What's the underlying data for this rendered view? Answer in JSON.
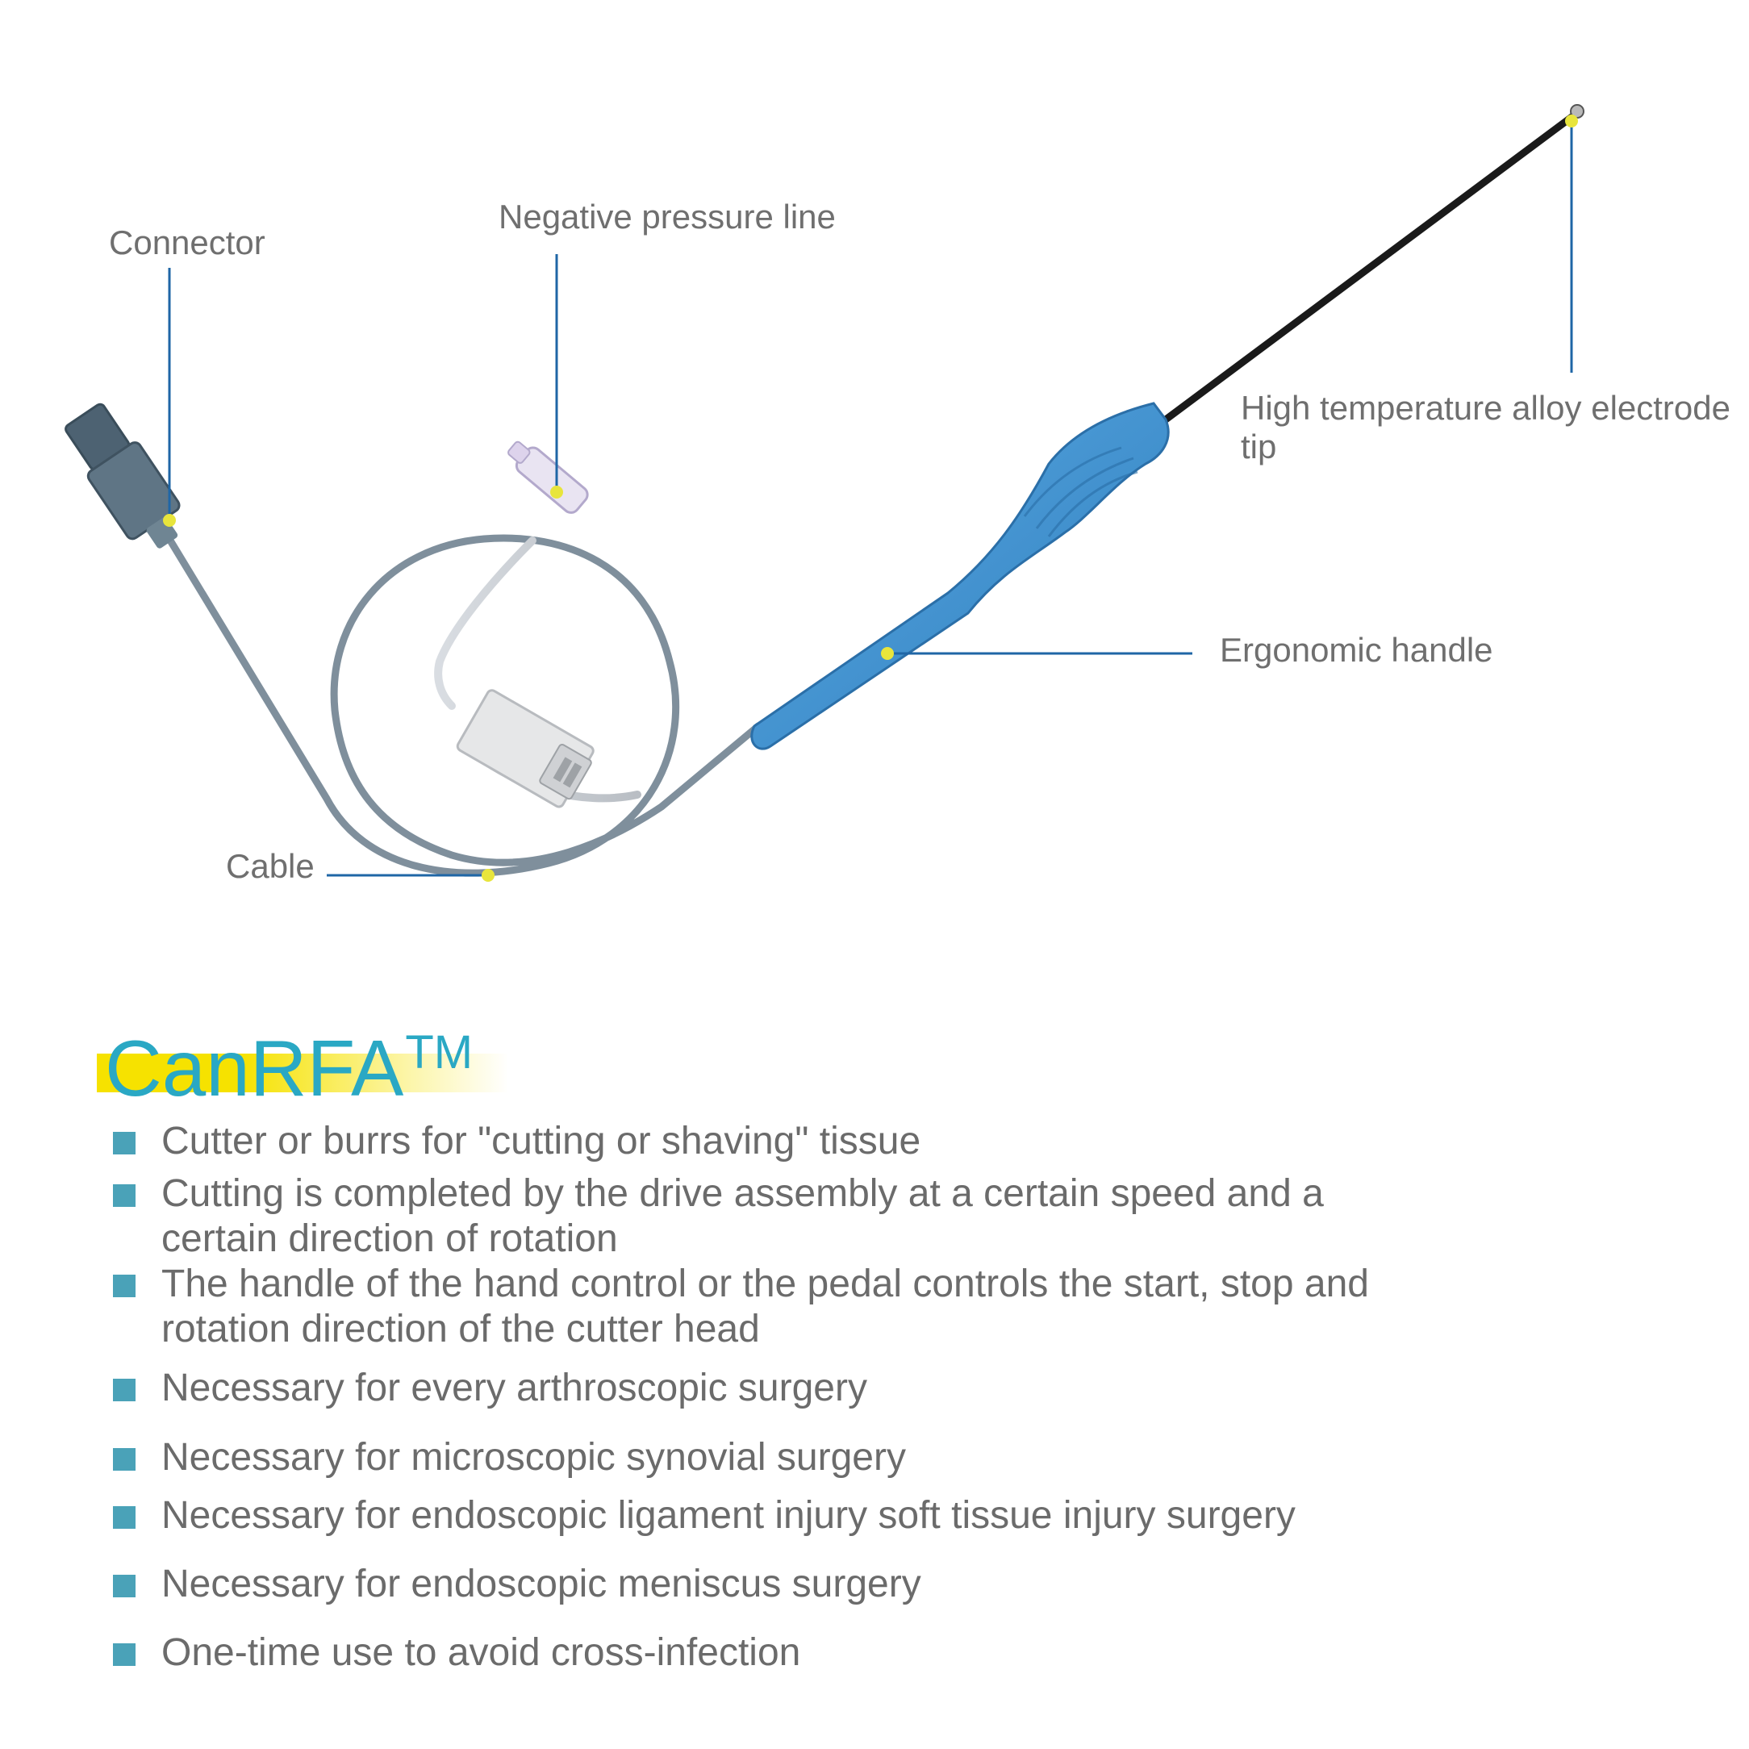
{
  "callouts": {
    "connector": "Connector",
    "negative_pressure": "Negative pressure line",
    "electrode_line1": "High temperature alloy electrode",
    "electrode_line2": "tip",
    "handle": "Ergonomic handle",
    "cable": "Cable"
  },
  "brand": {
    "name": "CanRFA",
    "mark": "TM"
  },
  "features": [
    "Cutter or burrs for \"cutting or shaving\" tissue",
    "Cutting is completed by the drive assembly at a certain speed and a\ncertain direction of rotation",
    "The handle of the hand control or the pedal controls the start, stop and\nrotation direction of the cutter head",
    "Necessary for every arthroscopic surgery",
    "Necessary for microscopic synovial surgery",
    "Necessary for endoscopic ligament injury soft tissue injury surgery",
    "Necessary for endoscopic meniscus surgery",
    "One-time use to avoid cross-infection"
  ],
  "colors": {
    "leader_line": "#1f66a6",
    "callout_dot": "#e8e53c",
    "cable": "#7f8f9c",
    "handle": "#3e8fd0",
    "electrode_shaft": "#1a1a1a",
    "bullet": "#4aa2b8",
    "brand_text": "#2aa8c4",
    "brand_band": "#f6e200"
  }
}
